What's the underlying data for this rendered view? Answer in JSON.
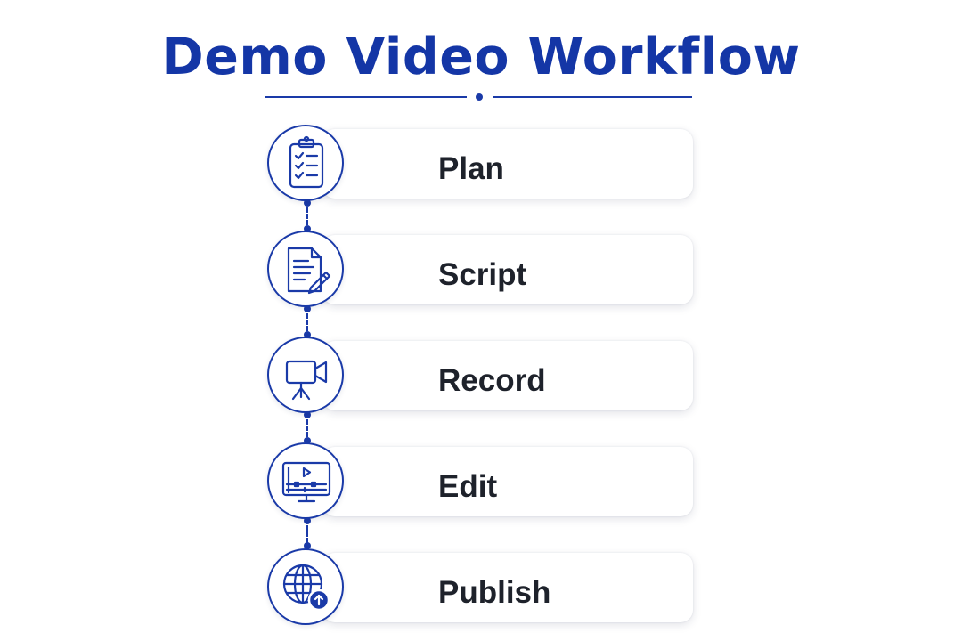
{
  "title": "Demo Video Workflow",
  "accent_color": "#1a3aa8",
  "steps": [
    {
      "label": "Plan",
      "icon": "clipboard-checklist-icon"
    },
    {
      "label": "Script",
      "icon": "document-pencil-icon"
    },
    {
      "label": "Record",
      "icon": "video-camera-tripod-icon"
    },
    {
      "label": "Edit",
      "icon": "monitor-timeline-icon"
    },
    {
      "label": "Publish",
      "icon": "globe-upload-icon"
    }
  ]
}
